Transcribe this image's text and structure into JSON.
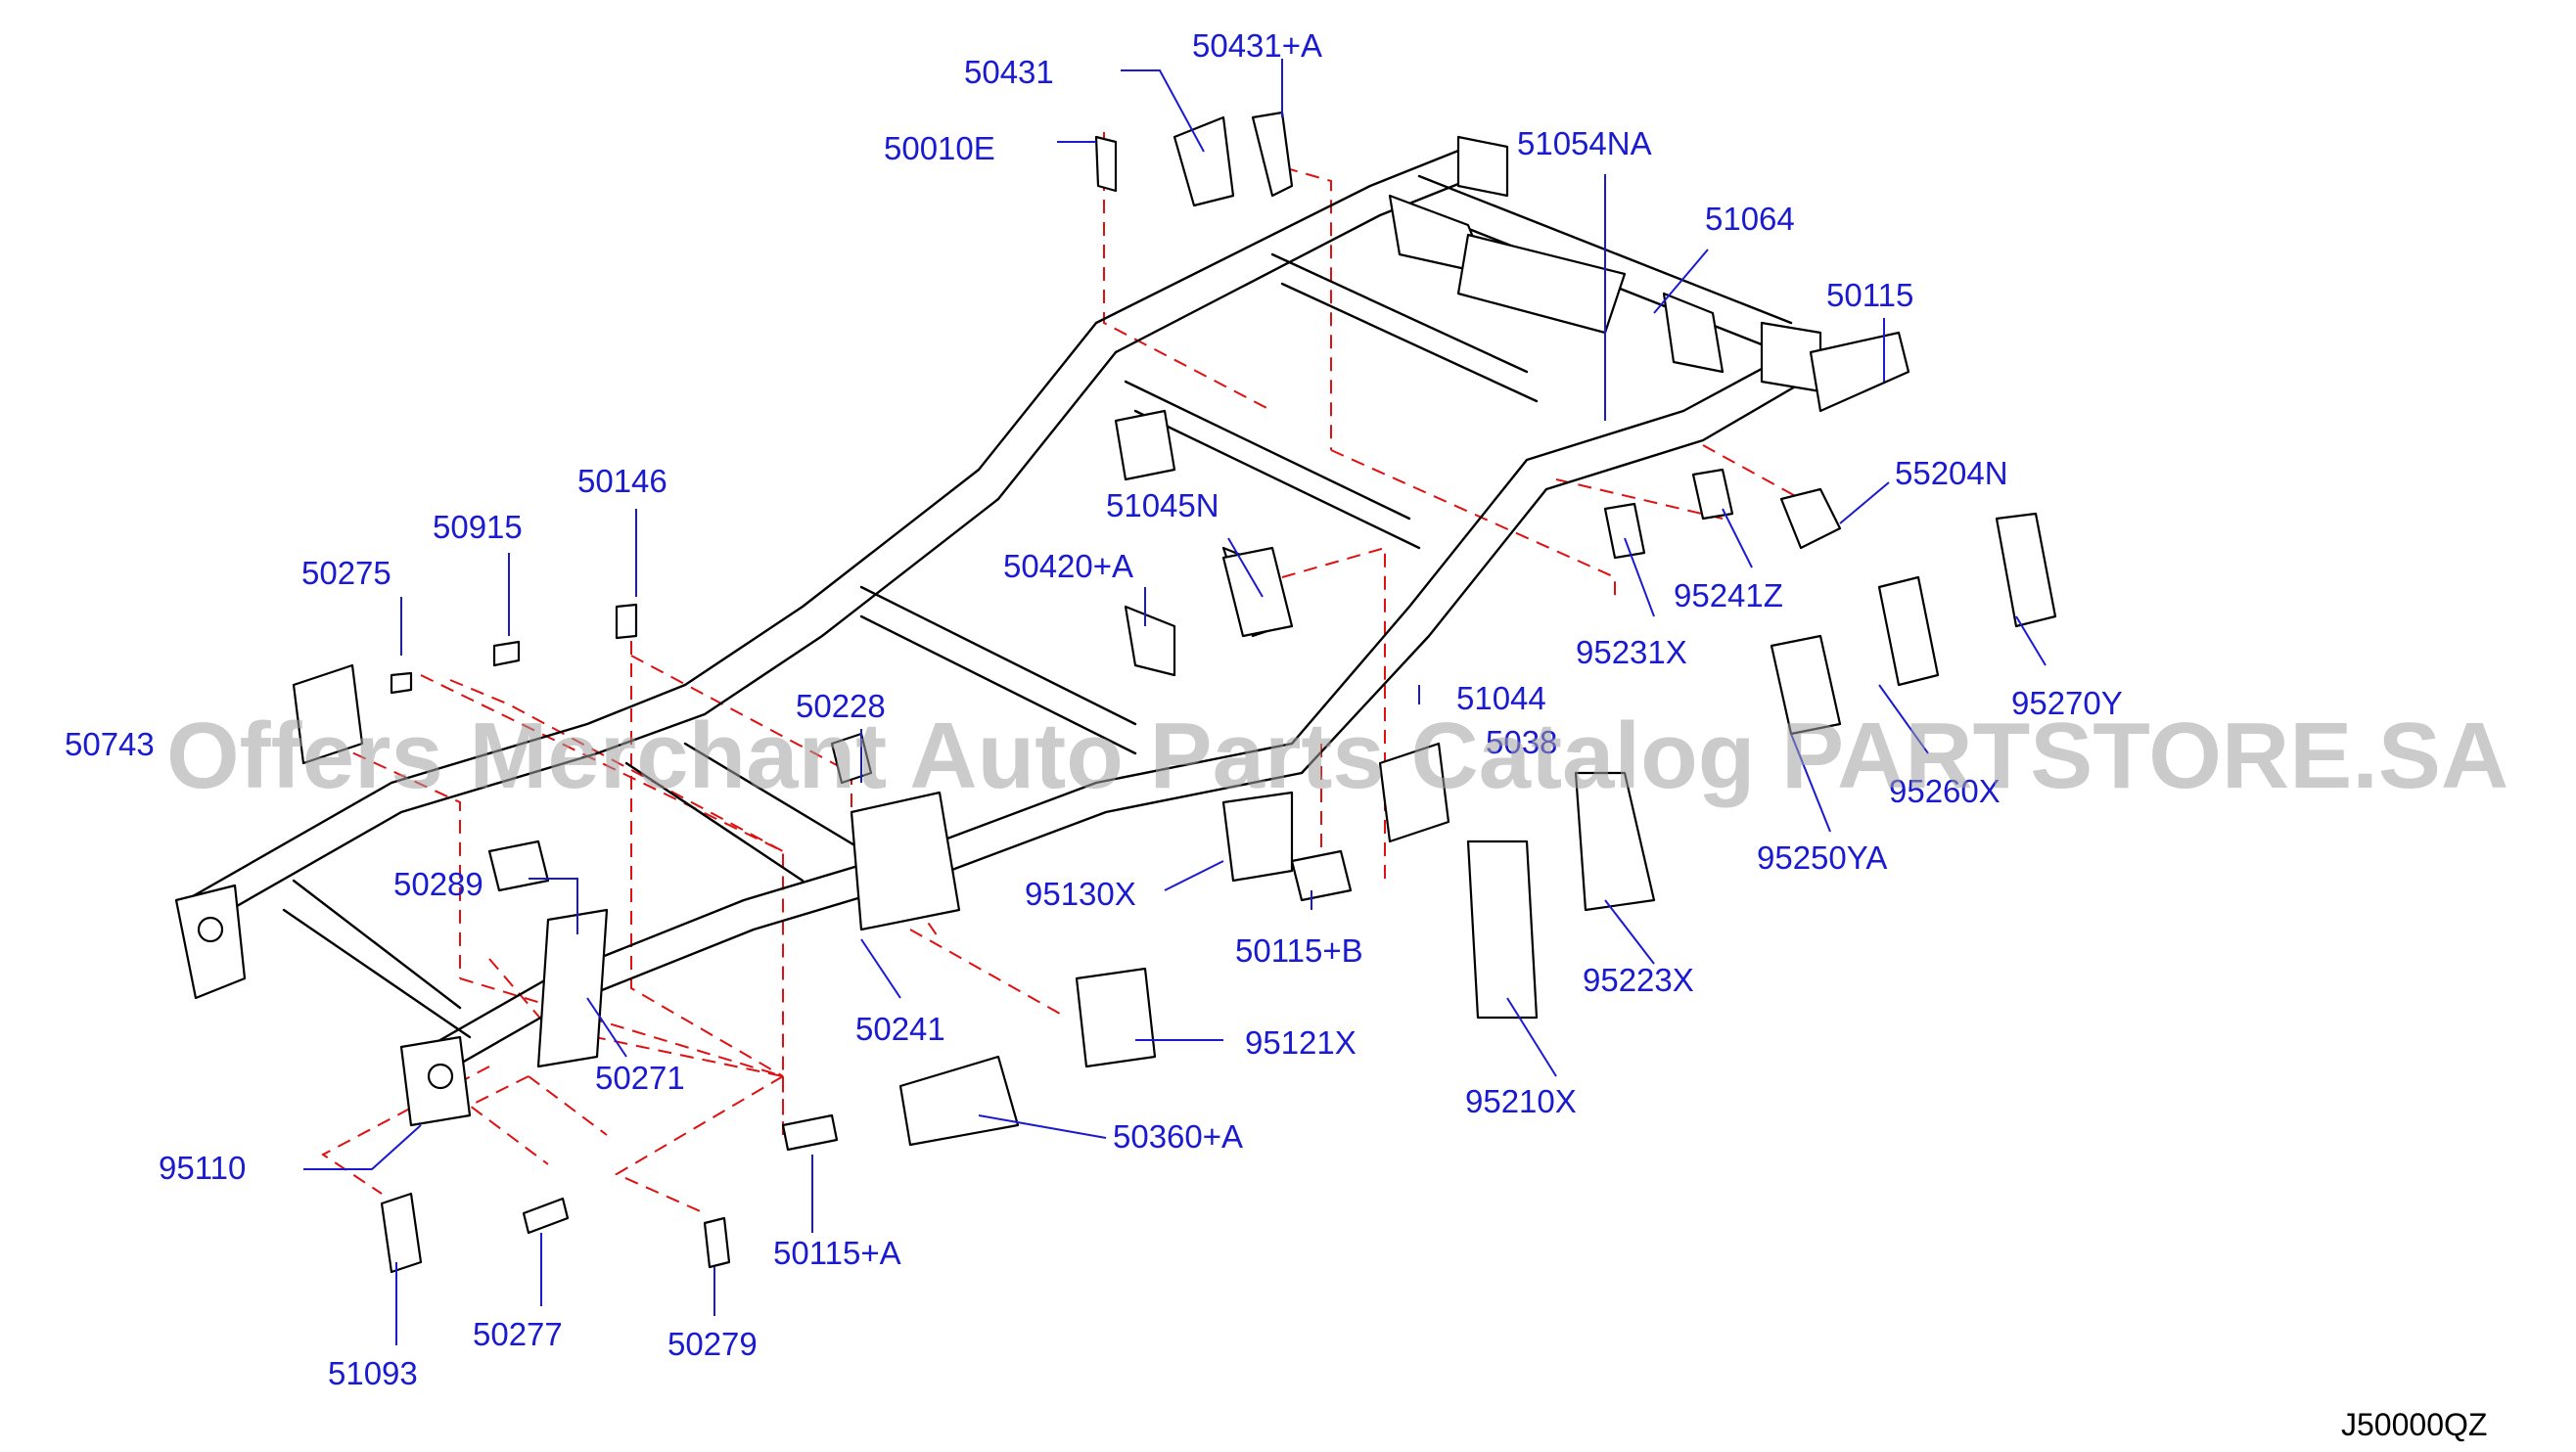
{
  "diagram": {
    "watermark": "Offers Merchant Auto Parts Catalog PARTSTORE.SA",
    "diagram_code": "J50000QZ",
    "labels": [
      "50431",
      "50431+A",
      "50010E",
      "51054NA",
      "51064",
      "50115",
      "55204N",
      "95241Z",
      "95231X",
      "95270Y",
      "95260X",
      "95250YA",
      "51045N",
      "50420+A",
      "50146",
      "50915",
      "50275",
      "50743",
      "50228",
      "51044",
      "5038",
      "95130X",
      "50115+B",
      "95223X",
      "50289",
      "50241",
      "95121X",
      "95210X",
      "50271",
      "50360+A",
      "95110",
      "50115+A",
      "51093",
      "50277",
      "50279"
    ]
  }
}
